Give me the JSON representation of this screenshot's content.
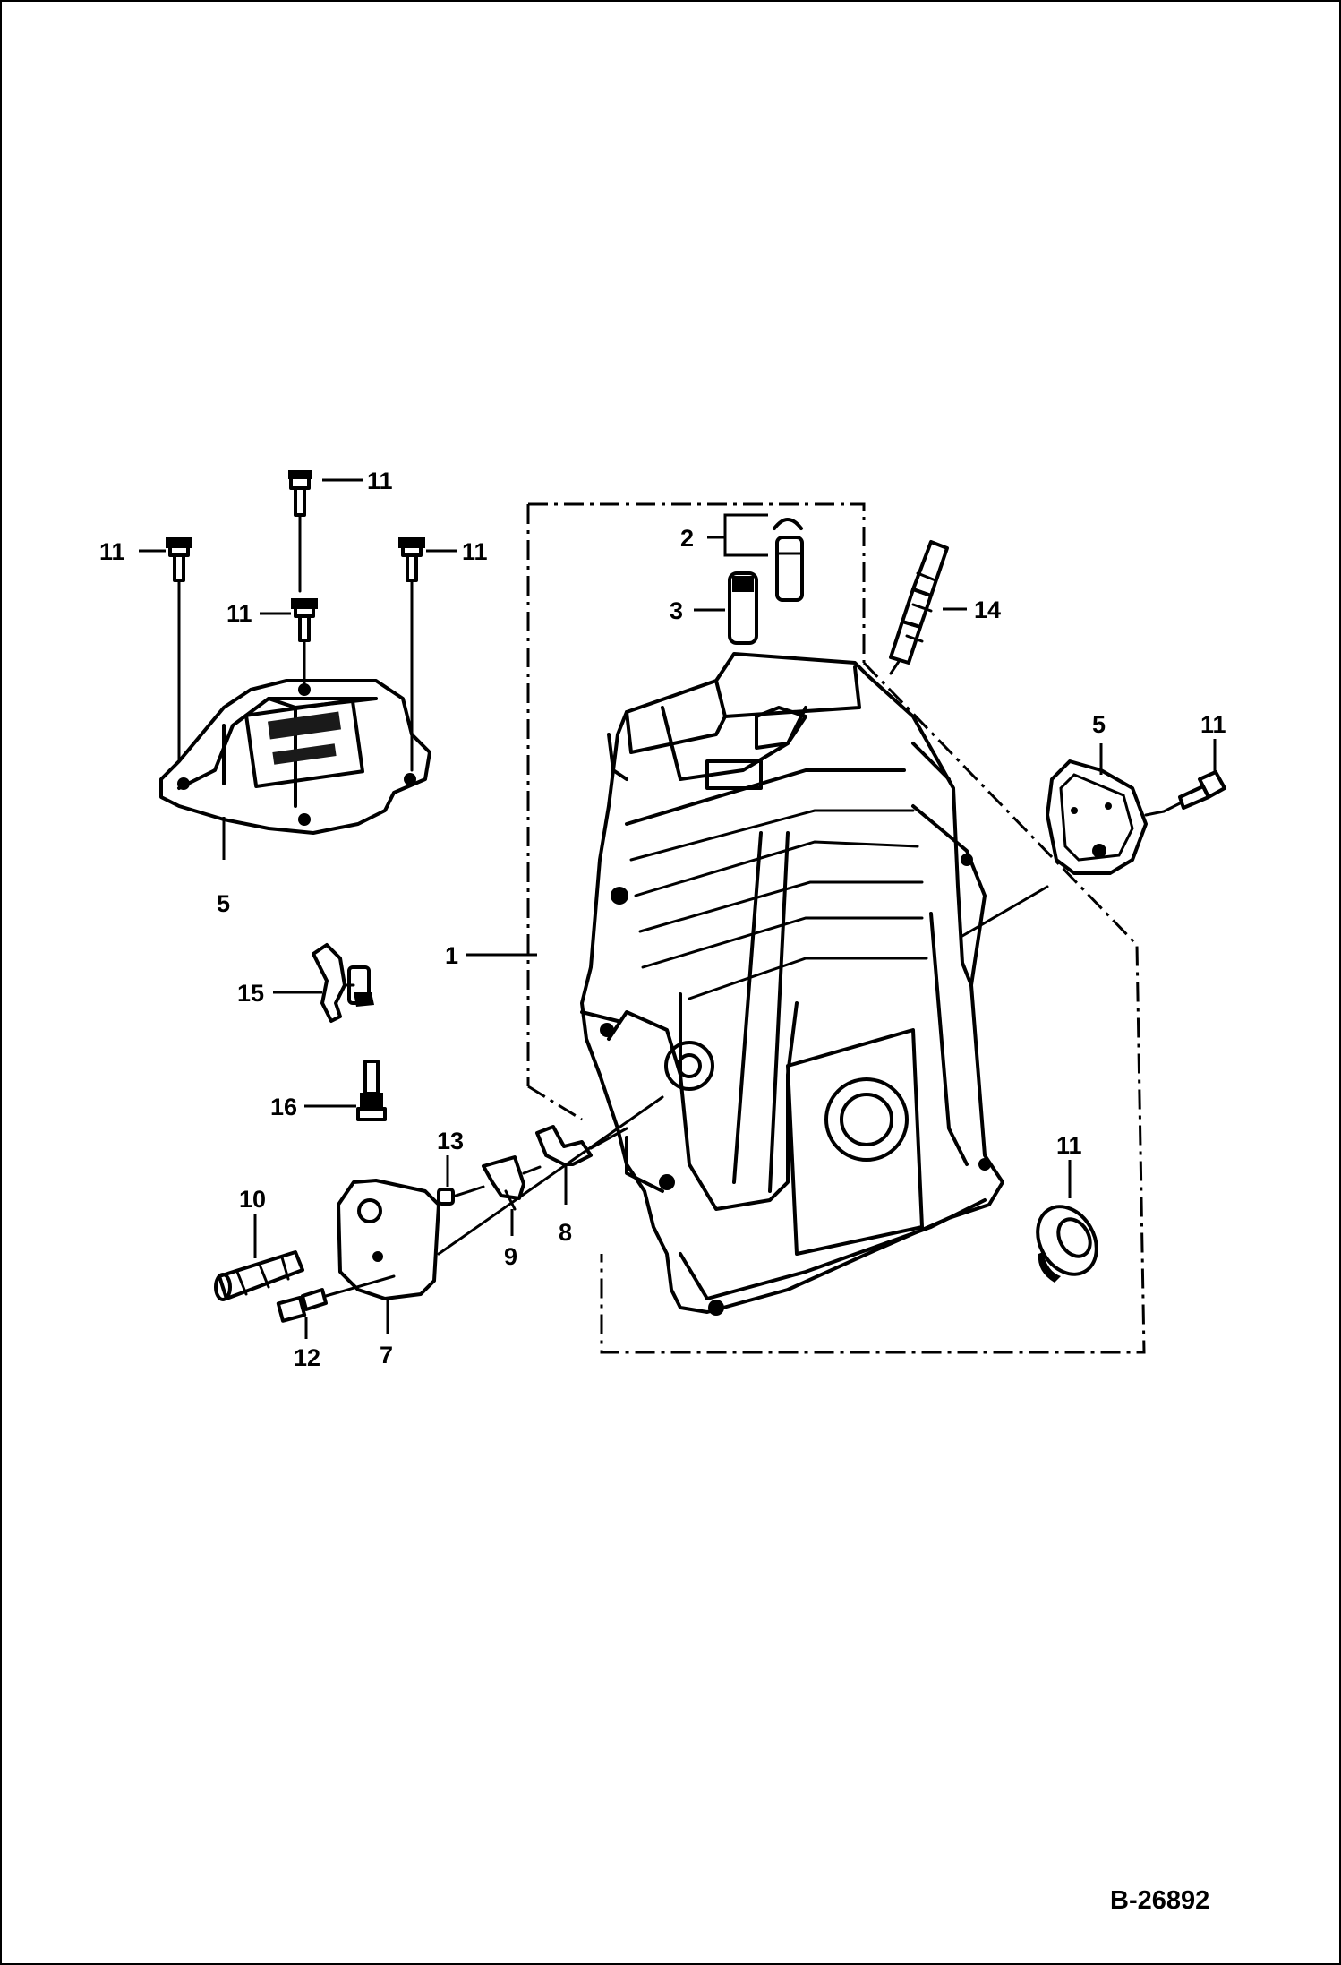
{
  "diagram": {
    "reference_code": "B-26892",
    "callouts": [
      {
        "id": "c1",
        "text": "1"
      },
      {
        "id": "c2",
        "text": "2"
      },
      {
        "id": "c3",
        "text": "3"
      },
      {
        "id": "c5a",
        "text": "5"
      },
      {
        "id": "c5b",
        "text": "5"
      },
      {
        "id": "c7",
        "text": "7"
      },
      {
        "id": "c8",
        "text": "8"
      },
      {
        "id": "c9",
        "text": "9"
      },
      {
        "id": "c10",
        "text": "10"
      },
      {
        "id": "c11a",
        "text": "11"
      },
      {
        "id": "c11b",
        "text": "11"
      },
      {
        "id": "c11c",
        "text": "11"
      },
      {
        "id": "c11d",
        "text": "11"
      },
      {
        "id": "c11e",
        "text": "11"
      },
      {
        "id": "c11f",
        "text": "11"
      },
      {
        "id": "c12",
        "text": "12"
      },
      {
        "id": "c13",
        "text": "13"
      },
      {
        "id": "c14",
        "text": "14"
      },
      {
        "id": "c15",
        "text": "15"
      },
      {
        "id": "c16",
        "text": "16"
      }
    ]
  }
}
